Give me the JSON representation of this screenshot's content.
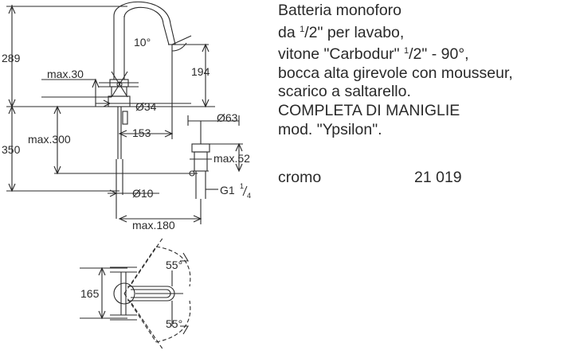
{
  "description": {
    "line1": "Batteria monoforo",
    "line2_pre": "da ",
    "line2_num": "1",
    "line2_post": "/2\" per lavabo,",
    "line3_pre": "vitone \"Carbodur\" ",
    "line3_num": "1",
    "line3_post": "/2\" - 90°,",
    "line4": "bocca alta girevole con mousseur,",
    "line5": "scarico a saltarello.",
    "line6": "COMPLETA DI MANIGLIE",
    "line7": "mod. \"Ypsilon\"."
  },
  "product": {
    "finish": "cromo",
    "code": "21 019"
  },
  "dimensions": {
    "d289": "289",
    "d350": "350",
    "max30": "max.30",
    "max300": "max.300",
    "angle10": "10°",
    "d194": "194",
    "dia34": "Ø34",
    "d153": "153",
    "dia63": "Ø63",
    "max52": "max.52",
    "dia10": "Ø10",
    "thread_pre": "G1",
    "thread_num": "1",
    "thread_den": "4",
    "max180": "max.180",
    "d165": "165",
    "angle55_top": "55°",
    "angle55_bottom": "55°"
  }
}
